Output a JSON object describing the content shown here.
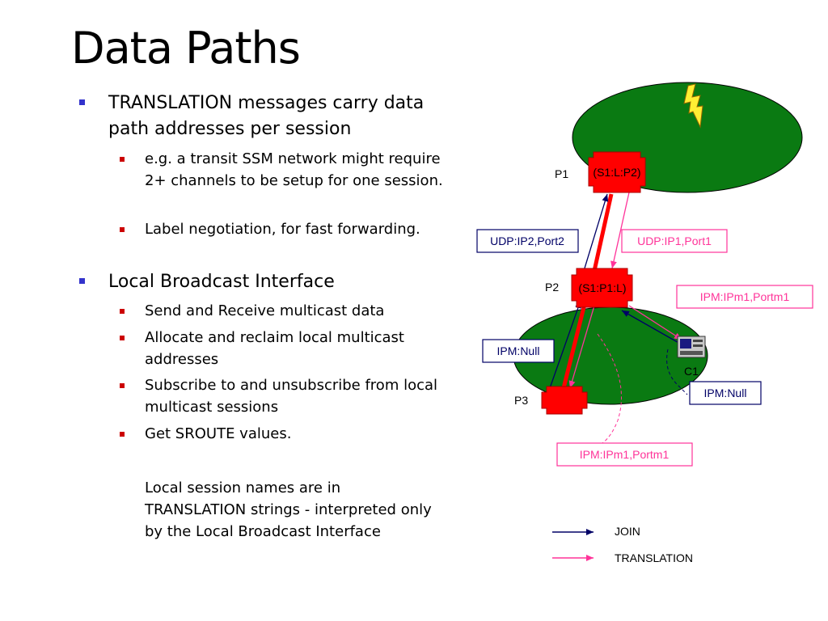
{
  "slide": {
    "title": "Data Paths",
    "bullets": [
      {
        "text": "TRANSLATION messages carry data path addresses per session",
        "sub": [
          "e.g. a transit SSM network might require 2+ channels to be setup for one session.",
          "Label negotiation, for fast forwarding."
        ]
      },
      {
        "text": "Local Broadcast Interface",
        "sub": [
          "Send and Receive multicast data",
          "Allocate and reclaim local multicast addresses",
          "Subscribe to and unsubscribe from local multicast sessions",
          "Get SROUTE values."
        ]
      }
    ],
    "note": "Local session names are in TRANSLATION strings - interpreted only by the Local Broadcast Interface"
  },
  "diagram": {
    "nodes": {
      "p1": {
        "name": "P1",
        "label": "(S1:L:P2)"
      },
      "p2": {
        "name": "P2",
        "label": "(S1:P1:L)"
      },
      "p3": {
        "name": "P3"
      },
      "c1": {
        "name": "C1"
      }
    },
    "boxes": {
      "udp_ip2": "UDP:IP2,Port2",
      "udp_ip1": "UDP:IP1,Port1",
      "ipm_m1_right": "IPM:IPm1,Portm1",
      "ipm_null_left": "IPM:Null",
      "ipm_null_right": "IPM:Null",
      "ipm_m1_bottom": "IPM:IPm1,Portm1"
    },
    "legend": {
      "join": "JOIN",
      "translation": "TRANSLATION"
    },
    "colors": {
      "cloud": "#0a7a12",
      "router": "#ff0000",
      "join": "#000066",
      "translation": "#ff3399",
      "data_path": "#ff0000",
      "bullet_l1": "#3333cc",
      "bullet_l2": "#cc0000"
    },
    "icons": [
      "lightning-icon",
      "computer-icon"
    ]
  }
}
